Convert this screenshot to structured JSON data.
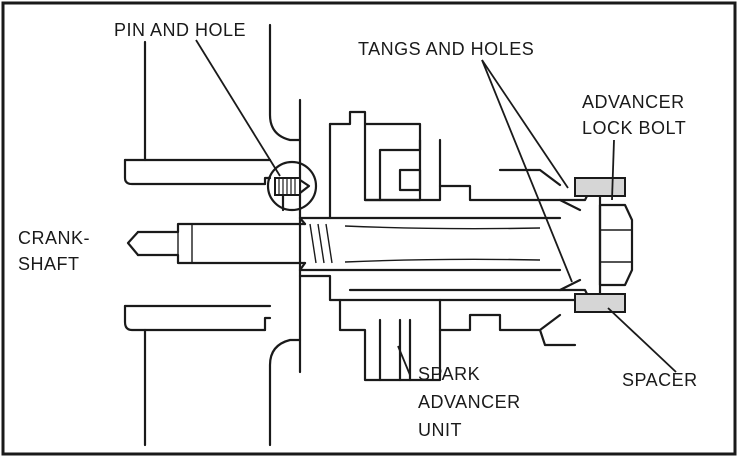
{
  "labels": {
    "pin_and_hole": "PIN AND HOLE",
    "tangs_and_holes": "TANGS AND HOLES",
    "advancer_lock_bolt": [
      "ADVANCER",
      "LOCK BOLT"
    ],
    "crankshaft": [
      "CRANK-",
      "SHAFT"
    ],
    "spark_advancer_unit": [
      "SPARK",
      "ADVANCER",
      "UNIT"
    ],
    "spacer": "SPACER"
  },
  "colors": {
    "ink": "#1a1a1a",
    "paper": "#ffffff",
    "stipple": "#9a9a9a"
  }
}
